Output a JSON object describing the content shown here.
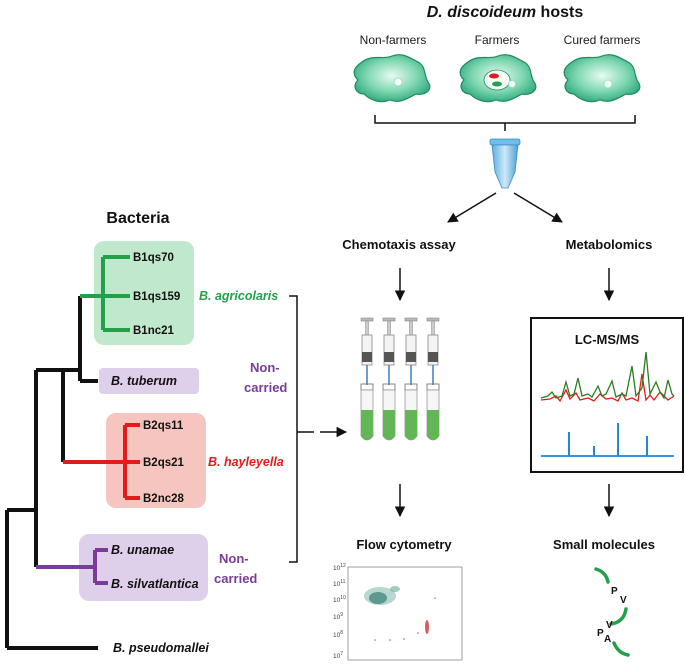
{
  "title": {
    "species": "D. discoideum",
    "rest": " hosts"
  },
  "hosts": [
    "Non-farmers",
    "Farmers",
    "Cured farmers"
  ],
  "bacteria_title": "Bacteria",
  "clades": {
    "agricolaris": {
      "species": "B. agricolaris",
      "strains": [
        "B1qs70",
        "B1qs159",
        "B1nc21"
      ],
      "color": "#23a14a"
    },
    "tuberum": {
      "species": "B. tuberum",
      "color": "#7a3b9a"
    },
    "hayleyella": {
      "species": "B. hayleyella",
      "strains": [
        "B2qs11",
        "B2qs21",
        "B2nc28"
      ],
      "color": "#e41b1b"
    },
    "unamae": {
      "species": "B. unamae",
      "color": "#7a3b9a"
    },
    "silvatlantica": {
      "species": "B. silvatlantica",
      "color": "#7a3b9a"
    },
    "outgroup": {
      "species": "B. pseudomallei"
    }
  },
  "noncarried_label": [
    "Non-",
    "carried"
  ],
  "assays": {
    "chemotaxis": "Chemotaxis assay",
    "metabolomics": "Metabolomics"
  },
  "lcms_label": "LC-MS/MS",
  "outputs": {
    "flow": "Flow cytometry",
    "small": "Small molecules"
  },
  "flow_ticks": [
    "10",
    "10",
    "10",
    "10",
    "10",
    "10"
  ],
  "flow_tick_exps": [
    "12",
    "11",
    "10",
    "9",
    "8",
    "7"
  ],
  "peptide_letters": [
    "P",
    "V",
    "V",
    "P",
    "A"
  ],
  "colors": {
    "green": "#23a14a",
    "red": "#e41b1b",
    "purple": "#7a3b9a",
    "blue": "#1f88d8",
    "cell": "#3dbf8f"
  }
}
